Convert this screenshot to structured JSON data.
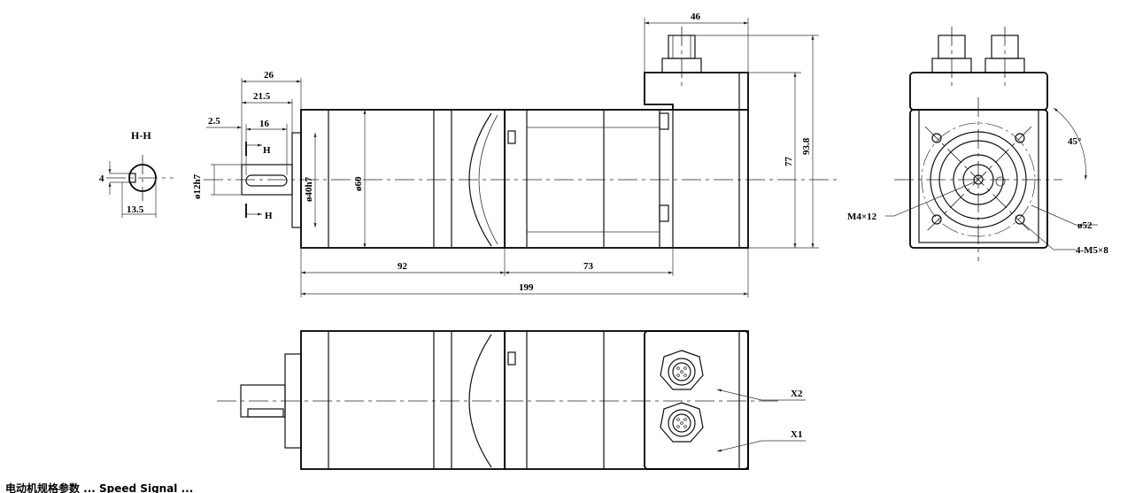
{
  "section_label": "H-H",
  "section_dims": {
    "key_height": "4",
    "width": "13.5"
  },
  "front_view": {
    "dims": {
      "d26": "26",
      "d21_5": "21.5",
      "d2_5": "2.5",
      "d16": "16",
      "cut_mark": "H",
      "shaft_dia": "ø12h7",
      "pilot_dia": "ø40h7",
      "body_dia": "ø60",
      "len_92": "92",
      "len_73": "73",
      "len_199": "199",
      "top_46": "46",
      "height_77": "77",
      "height_93_8": "93.8"
    }
  },
  "end_view": {
    "labels": {
      "angle": "45°",
      "thread_center": "M4×12",
      "bolt_circle": "ø52",
      "mount_holes": "4-M5×8"
    }
  },
  "bottom_view": {
    "labels": {
      "x2": "X2",
      "x1": "X1"
    }
  },
  "footer_text": "电动机规格参数 ... Speed Signal ..."
}
